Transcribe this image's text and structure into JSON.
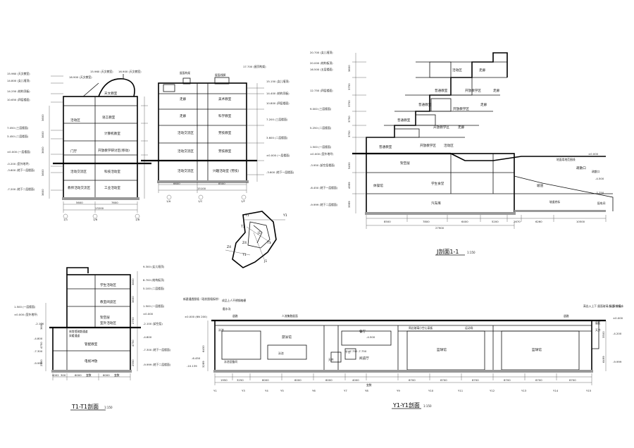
{
  "s1": {
    "left_levels": [
      "15.960 (天文教室)",
      "14.800 (女儿墙顶)",
      "14.250 (结构顶板)",
      "10.650 (四层楼面)",
      "7.050 (三层楼面)",
      "3.450 (二层楼面)",
      "±0.000 (一层楼面)",
      "-0.200 (室外地坪)",
      "-3.600 (地下一层楼面)",
      "-7.200 (地下二层楼面)"
    ],
    "top_notes": [
      "16.900 (天文教室)",
      "15.960 (天文教室)",
      "16.900 (天文教室)"
    ],
    "rooms": [
      "天文教室",
      "语言教室",
      "活动区",
      "计算机教室",
      "门厅",
      "开放教学研讨区(移动)",
      "活动交流区",
      "科技活动室",
      "教师活动交流区",
      "工业活动室"
    ],
    "left_dims": [
      "3600",
      "3600",
      "3600",
      "3600",
      "3600",
      "3600"
    ],
    "bot_dims": [
      "5600",
      "7600"
    ],
    "bot_total": "13200",
    "axes": [
      "1/1",
      "1/6",
      "1/8"
    ]
  },
  "s2": {
    "top_notes": [
      "屋面构架",
      "屋面线脚",
      "17.700 (屋顶构架)"
    ],
    "right_levels": [
      "15.150 (女儿墙顶)",
      "14.400 (结构顶板)",
      "10.800 (四层楼面)",
      "7.200 (三层楼面)",
      "3.600 (二层楼面)",
      "±0.000 (一层楼面)",
      "-3.600 (地下一层楼面)"
    ],
    "rooms": [
      "走廊",
      "美术教室",
      "走廊",
      "科学教室",
      "活动交流区",
      "劳技教室",
      "活动交流区",
      "劳技教室",
      "活动交流区",
      "兴趣活动室 (劳技)"
    ],
    "bot_dims": [
      "6600",
      "8500"
    ],
    "bot_total": "15100",
    "axes": [
      "1/A",
      "1/C",
      "1/F"
    ]
  },
  "j": {
    "levels": [
      "20.700 (女儿墙顶)",
      "20.000 (结构板顶)",
      "16.500 (五层楼面)",
      "12.750 (四层楼面)",
      "9.000 (三层楼面)",
      "5.250 (二层楼面)",
      "1.500 (一层楼面)",
      "±0.000 (室外地坪)",
      "-3.950 (架空层楼面)",
      "-6.450 (地下一层楼面)",
      "-9.999 (地下二层楼面)"
    ],
    "left_dims": [
      "3600",
      "3750",
      "3750",
      "3750",
      "3750",
      "5450",
      "4999",
      "3999"
    ],
    "rooms": [
      "活动区",
      "走廊",
      "普通教室",
      "开放教学区",
      "走廊",
      "普通教室",
      "开放教学区",
      "走廊",
      "普通教室",
      "开放教学区",
      "走廊",
      "普通教室",
      "开放教学区",
      "活动区",
      "架空层",
      "学生食堂",
      "汽车库",
      "体操馆",
      "坡道",
      "疏散口"
    ],
    "right_levels": [
      "±0.000",
      "-4.500",
      "-7.750"
    ],
    "right_notes": [
      "地面用地范围线",
      "疏散口",
      "坡道底标",
      "配电间"
    ],
    "bot_dims": [
      "8500",
      "7800",
      "6400",
      "5200",
      "2670",
      "6260",
      "10500"
    ],
    "bot_total": "27900",
    "title": "J剖面1-1",
    "scale": "1:150"
  },
  "key": {
    "labels": [
      "Y1",
      "Y1",
      "T1",
      "Z4",
      "Z4",
      "J1",
      "T1",
      "J1",
      "T1"
    ]
  },
  "t1": {
    "left_levels": [
      "1.500 (一层楼面)",
      "±0.000 (室外地坪)",
      "-2.100"
    ],
    "right_levels": [
      "9.300 (女儿墙顶)",
      "8.700 (结构板顶)",
      "5.100 (二层楼面)",
      "1.500 (一层楼面)",
      "±0.000",
      "-2.100 (架空层)",
      "-4.800",
      "-7.300 (地下一层楼面)",
      "-9.999 (地下二层楼面)"
    ],
    "left_levels2": [
      "-4.800",
      "-7.300",
      "-9.999"
    ],
    "left_dims": [
      "3600",
      "4750",
      "2550"
    ],
    "right_dims": [
      "3600",
      "3600",
      "2700",
      "4750",
      "2550"
    ],
    "rooms": [
      "学生活动区",
      "教室阅览区",
      "架空层",
      "室外活动区",
      "体育馆疏散通道",
      "采暖通道",
      "管配教室",
      "电视冲放"
    ],
    "bot_dims": [
      "4002",
      "300",
      "6000",
      "变数",
      "6000",
      "变数"
    ],
    "title": "T1-T1剖面",
    "scale": "1:150"
  },
  "y1": {
    "notes": [
      "新建通透围墙（现状围墙拆除）",
      "成品上人不锈钢格栅",
      "截水沟"
    ],
    "right_top": [
      "高出入上下 屋面玻璃小 (多分拆)",
      "屋面 排烟水"
    ],
    "left_levels": [
      "±0.000 (6N 200)",
      "-6.450",
      "-10.139"
    ],
    "top_roads": [
      "道路",
      "人流集散屋面",
      "道路"
    ],
    "right_levels": [
      "±0.000",
      "-4.200",
      "-9.999"
    ],
    "left_dims": [
      "6450",
      "3289"
    ],
    "right_dims": [
      "3500",
      "6499"
    ],
    "rooms": [
      "泳池",
      "泳池",
      "游泳馆",
      "泳池设备间",
      "天井",
      "餐厅",
      "阅览厅",
      "平台",
      "-7.750",
      "篮球馆",
      "篮球馆",
      "周边玻璃小空心梁板",
      "运动场",
      "展区",
      "天井"
    ],
    "mid_levels": [
      "-4.500",
      "-7.750"
    ],
    "bot_dims": [
      "1950",
      "3250",
      "6000",
      "6000",
      "6000",
      "4000",
      "6700",
      "6700",
      "6700",
      "6700",
      "6700",
      "6700"
    ],
    "bot_axes": [
      "Y1",
      "Y3",
      "Y4",
      "Y5",
      "Y6",
      "Y7",
      "Y8",
      "Y9",
      "Y10",
      "Y11",
      "Y12",
      "Y13",
      "Y14",
      "Y15"
    ],
    "misc": [
      "变数"
    ],
    "title": "Y1-Y1剖面",
    "scale": "1:150"
  }
}
